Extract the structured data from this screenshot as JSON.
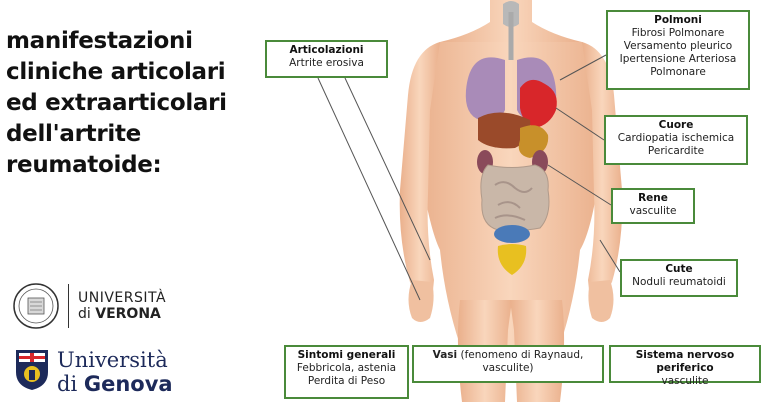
{
  "title": "manifestazioni cliniche articolari ed extraarticolari dell'artrite reumatoide:",
  "labels": {
    "articolazioni": {
      "heading": "Articolazioni",
      "lines": [
        "Artrite erosiva"
      ]
    },
    "polmoni": {
      "heading": "Polmoni",
      "lines": [
        "Fibrosi Polmonare",
        "Versamento pleurico",
        "Ipertensione Arteriosa",
        "Polmonare"
      ]
    },
    "cuore": {
      "heading": "Cuore",
      "lines": [
        "Cardiopatia ischemica",
        "Pericardite"
      ]
    },
    "rene": {
      "heading": "Rene",
      "lines": [
        "vasculite"
      ]
    },
    "cute": {
      "heading": "Cute",
      "lines": [
        "Noduli reumatoidi"
      ]
    },
    "sintomi": {
      "heading": "Sintomi generali",
      "lines": [
        "Febbricola, astenia",
        "Perdita di Peso"
      ]
    },
    "vasi": {
      "heading": "Vasi",
      "heading_suffix": " (fenomeno di Raynaud,",
      "lines": [
        "vasculite)"
      ]
    },
    "snp": {
      "heading": "Sistema nervoso periferico",
      "lines": [
        "vasculite"
      ]
    }
  },
  "logos": {
    "verona_line1": "UNIVERSITÀ",
    "verona_line2_prefix": "di ",
    "verona_line2_bold": "VERONA",
    "genova_line1": "Università",
    "genova_line2_prefix": "di ",
    "genova_line2_bold": "Genova"
  },
  "icons": [
    "verona-seal-icon",
    "genova-shield-icon"
  ],
  "colors": {
    "box_border": "#4a8a3a",
    "skin": "#f6c9a8",
    "lungs": "#a98bb8",
    "heart": "#d8262a",
    "liver": "#9a4a2a",
    "stomach": "#c8902a",
    "intestine": "#c9b7a8",
    "bladder": "#4a7ab8",
    "uterus": "#e8c020",
    "genova_blue": "#1d2a5a"
  }
}
